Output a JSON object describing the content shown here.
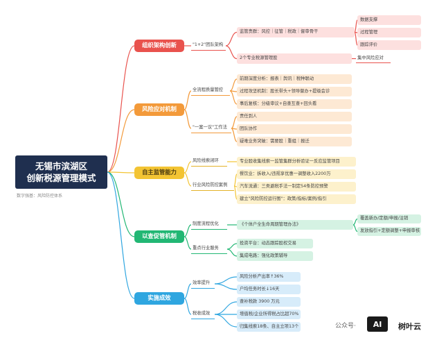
{
  "root": {
    "line1": "无锡市滨湖区",
    "line2": "创新税源管理模式"
  },
  "caption": "数字强基：风险防控体系",
  "l1": [
    "组织架构创新",
    "风险应对机制",
    "自主监管能力",
    "以查促管机制",
    "实施成效"
  ],
  "org": {
    "team": "\"1+2\"团队架构",
    "supervisor": "监管责群：风控｜征管｜税政｜督审骨干",
    "leaves": [
      "数据支撑",
      "过程管理",
      "跟踪评价"
    ],
    "manage": "2个专业税源管理股",
    "focus": "集中风险应对"
  },
  "risk": {
    "quality": "全流程质量管控",
    "q_items": [
      "前期深度分析：报表｜舆讯｜税种联动",
      "过程攻坚机制：股长带头+领导督办+提级会诊",
      "事后复核：分级审议+自查互查+回头看"
    ],
    "group": "\"一案一议\"工作法",
    "g_items": [
      "责任到人",
      "团队协作",
      "疑难业务突破：需要股｜重组｜报迁"
    ]
  },
  "self": {
    "clue": "风险线索闭环",
    "clue_item": "专业股收集线索一监管集群分析验证一反应监管项目",
    "case": "行业风险防控案例",
    "cases": [
      "餐饮业：拆收入/违规享优惠一调整收入2200万",
      "汽车流通：三类避税手法一制定54条防控预警",
      "建立\"风险防控运行图\"：政策/指标/案例/指引"
    ]
  },
  "audit": {
    "flow": "制度流程优化",
    "doc": "《个体户全生命周期管理办法》",
    "doc_items": [
      "覆盖新办/定额/申报/注销",
      "发放指引+定额调整+申报审核"
    ],
    "industry": "重点行业服务",
    "ind_items": [
      "投资平台：动态跟踪股权交易",
      "集成电路：强化政策辅导"
    ]
  },
  "result": {
    "eff": "效率提升",
    "eff_items": [
      "风险分析产出率↑36%",
      "户均任务时长↓16天"
    ],
    "tax": "税收成效",
    "tax_items": [
      "查补税款 3900 万元",
      "增值税/企业所得税占比超70%",
      "归集线索18条、自主立项13个"
    ]
  },
  "watermark": {
    "text": "公众号·",
    "logo": "AI",
    "brand": "树叶云"
  },
  "colors": {
    "org": "#e9524d",
    "risk": "#f39a3a",
    "self": "#f3c433",
    "audit": "#22b774",
    "result": "#2fa6e0",
    "root": "#1f2f4f"
  }
}
